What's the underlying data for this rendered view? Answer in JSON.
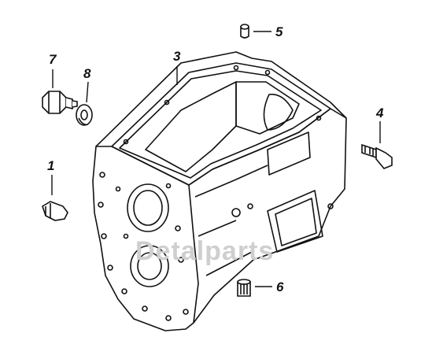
{
  "diagram": {
    "watermark": "Detalparts",
    "callouts": [
      {
        "id": "1",
        "label": "1"
      },
      {
        "id": "3",
        "label": "3"
      },
      {
        "id": "4",
        "label": "4"
      },
      {
        "id": "5",
        "label": "5"
      },
      {
        "id": "6",
        "label": "6"
      },
      {
        "id": "7",
        "label": "7"
      },
      {
        "id": "8",
        "label": "8"
      }
    ],
    "colors": {
      "line": "#111111",
      "watermark": "#cccccc",
      "background": "#ffffff"
    }
  }
}
